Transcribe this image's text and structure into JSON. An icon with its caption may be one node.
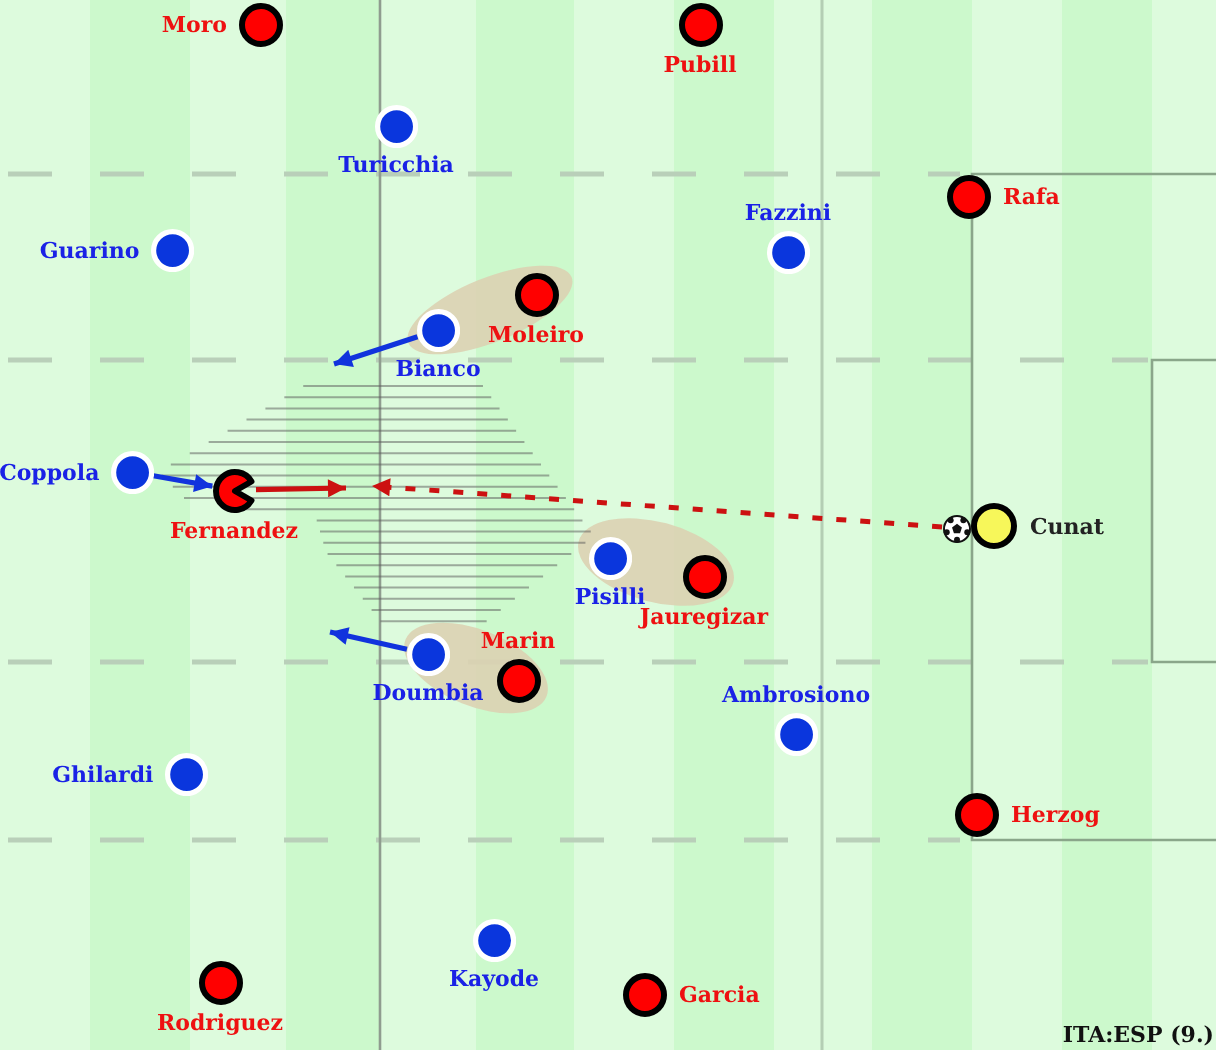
{
  "diagram": {
    "nodes": [
      {
        "text": [
          "Moro"
        ]
      },
      {
        "text": [
          "Pubill"
        ]
      },
      {
        "text": [
          "Turicchia"
        ]
      },
      {
        "text": [
          "Rafa"
        ]
      },
      {
        "text": [
          "Guarino"
        ]
      },
      {
        "text": [
          "Fazzini"
        ]
      },
      {
        "text": [
          "Moleiro"
        ]
      },
      {
        "text": [
          "Bianco"
        ]
      },
      {
        "text": [
          "Coppola"
        ]
      },
      {
        "text": [
          "Fernandez"
        ]
      },
      {
        "text": [],
        "shape": "picture"
      },
      {
        "text": [
          "Cunat"
        ]
      },
      {
        "text": [
          "Pisilli"
        ]
      },
      {
        "text": [
          "Jauregizar"
        ]
      },
      {
        "text": [
          "Marin"
        ]
      },
      {
        "text": [
          "Doumbia"
        ]
      },
      {
        "text": [
          "Ambrosiono"
        ]
      },
      {
        "text": [
          "Ghilardi"
        ]
      },
      {
        "text": [
          "Herzog"
        ]
      },
      {
        "text": [
          "Kayode"
        ]
      },
      {
        "text": [
          "Rodriguez"
        ]
      },
      {
        "text": [
          "Garcia"
        ]
      }
    ],
    "edges": [
      {
        "from": 7,
        "to": null,
        "arrow": "to"
      },
      {
        "from": 8,
        "to": 9,
        "arrow": "to"
      },
      {
        "from": 9,
        "to": null,
        "arrow": "to",
        "color": "#cc1111"
      },
      {
        "from": 10,
        "to": null,
        "arrow": "to",
        "style": "dashed",
        "color": "#cc1111"
      },
      {
        "from": 15,
        "to": null,
        "arrow": "to"
      }
    ],
    "labels": [
      "ITA:ESP (9.)"
    ]
  }
}
